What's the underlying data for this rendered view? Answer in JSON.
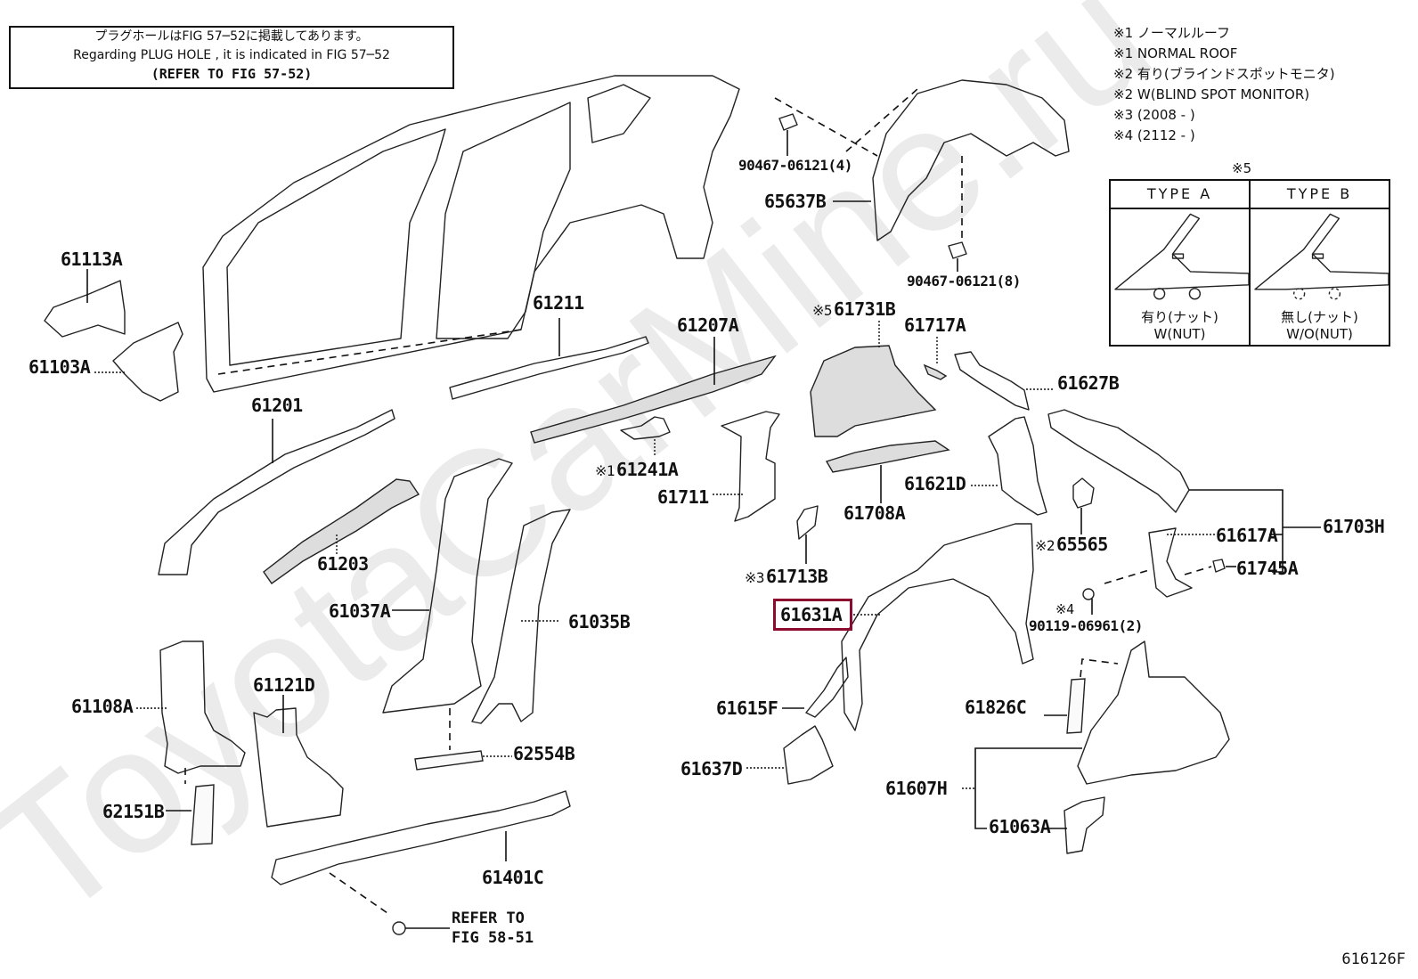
{
  "diagram": {
    "figure_id": "616126F",
    "watermark": "ToyotaCarMine.ru",
    "highlight_color": "#8b0a2e",
    "highlighted_part": "61631A"
  },
  "note": {
    "line_jp": "プラグホールはFIG 57─52に掲載してあります。",
    "line_en": "Regarding  PLUG  HOLE , it is indicated in FIG  57─52",
    "line_ref": "(REFER TO FIG 57-52)"
  },
  "legend": {
    "items": [
      "※1 ノーマルルーフ",
      "※1 NORMAL ROOF",
      "※2 有り(ブラインドスポットモニタ)",
      "※2 W(BLIND SPOT MONITOR)",
      "※3 (2008 -        )",
      "※4 (2112 -        )"
    ],
    "type_mark": "※5",
    "type_a": {
      "header": "TYPE  A",
      "caption_jp": "有り(ナット)",
      "caption_en": "W(NUT)"
    },
    "type_b": {
      "header": "TYPE  B",
      "caption_jp": "無し(ナット)",
      "caption_en": "W/O(NUT)"
    }
  },
  "parts": {
    "p61113A": "61113A",
    "p61103A": "61103A",
    "p61201": "61201",
    "p61211": "61211",
    "p61207A": "61207A",
    "p61203": "61203",
    "p61241A": "61241A",
    "p61241A_mark": "※1",
    "p61711": "61711",
    "p61037A": "61037A",
    "p61035B": "61035B",
    "p61108A": "61108A",
    "p61121D": "61121D",
    "p62554B": "62554B",
    "p62151B": "62151B",
    "p61401C": "61401C",
    "p90467_4": "90467-06121(4)",
    "p65637B": "65637B",
    "p90467_8": "90467-06121(8)",
    "p61731B": "61731B",
    "p61731B_mark": "※5",
    "p61717A": "61717A",
    "p61627B": "61627B",
    "p61708A": "61708A",
    "p61621D": "61621D",
    "p61713B": "61713B",
    "p61713B_mark": "※3",
    "p61631A": "61631A",
    "p65565": "65565",
    "p65565_mark": "※2",
    "p61617A": "61617A",
    "p61703H": "61703H",
    "p61745A": "61745A",
    "p90119": "90119-06961(2)",
    "p90119_mark": "※4",
    "p61615F": "61615F",
    "p61637D": "61637D",
    "p61826C": "61826C",
    "p61607H": "61607H",
    "p61063A": "61063A"
  },
  "refer_fig": {
    "line1": "REFER TO",
    "line2": "FIG 58-51"
  }
}
